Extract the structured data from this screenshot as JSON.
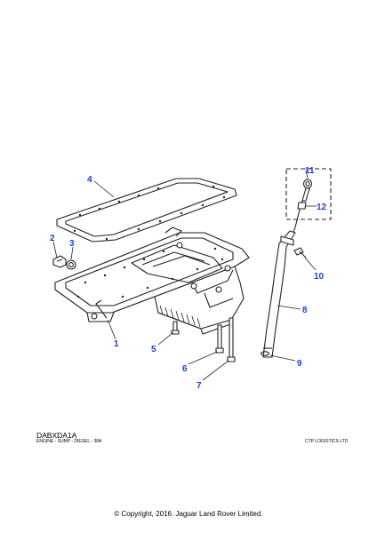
{
  "diagram": {
    "reference_code": "DABXDA1A",
    "description": "ENGINE - SUMP - DIESEL - 38A",
    "credit": "CTP LOGISTICS LTD",
    "callouts": [
      {
        "label": "1"
      },
      {
        "label": "2"
      },
      {
        "label": "3"
      },
      {
        "label": "4"
      },
      {
        "label": "5"
      },
      {
        "label": "6"
      },
      {
        "label": "7"
      },
      {
        "label": "8"
      },
      {
        "label": "9"
      },
      {
        "label": "10"
      },
      {
        "label": "11"
      },
      {
        "label": "12"
      }
    ],
    "colors": {
      "callout": "#1a3fd6",
      "line": "#222222"
    }
  },
  "footer": {
    "copyright": "© Copyright, 2016. Jaguar Land Rover Limited."
  }
}
